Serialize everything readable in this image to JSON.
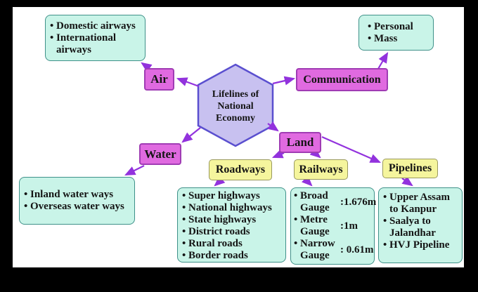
{
  "ui": {
    "bullet": "•"
  },
  "colors": {
    "magenta_fill": "#e06ae0",
    "magenta_border": "#a03cb4",
    "cyan_fill": "#c9f4e8",
    "cyan_border": "#3f9189",
    "yellow_fill": "#f5f59d",
    "yellow_border": "#99995e",
    "hex_fill": "#c8c1f0",
    "hex_border": "#5a4fcf",
    "arrow": "#9232dd",
    "text": "#141414"
  },
  "center": {
    "label": "Lifelines of\nNational\nEconomy"
  },
  "nodes": {
    "air": {
      "label": "Air"
    },
    "communication": {
      "label": "Communication"
    },
    "water": {
      "label": "Water"
    },
    "land": {
      "label": "Land"
    },
    "roadways": {
      "label": "Roadways"
    },
    "railways": {
      "label": "Railways"
    },
    "pipelines": {
      "label": "Pipelines"
    }
  },
  "details": {
    "air": [
      "Domestic airways",
      "International airways"
    ],
    "communication": [
      "Personal",
      "Mass"
    ],
    "water": [
      "Inland water ways",
      "Overseas water ways"
    ],
    "roadways": [
      "Super highways",
      "National highways",
      "State highways",
      "District roads",
      "Rural roads",
      "Border roads"
    ],
    "railways": [
      {
        "name": "Broad Gauge",
        "value": ":1.676m"
      },
      {
        "name": "Metre Gauge",
        "value": ":1m"
      },
      {
        "name": "Narrow Gauge",
        "value": ": 0.61m"
      }
    ],
    "pipelines": [
      "Upper Assam to Kanpur",
      "Saalya to Jalandhar",
      "HVJ Pipeline"
    ]
  }
}
